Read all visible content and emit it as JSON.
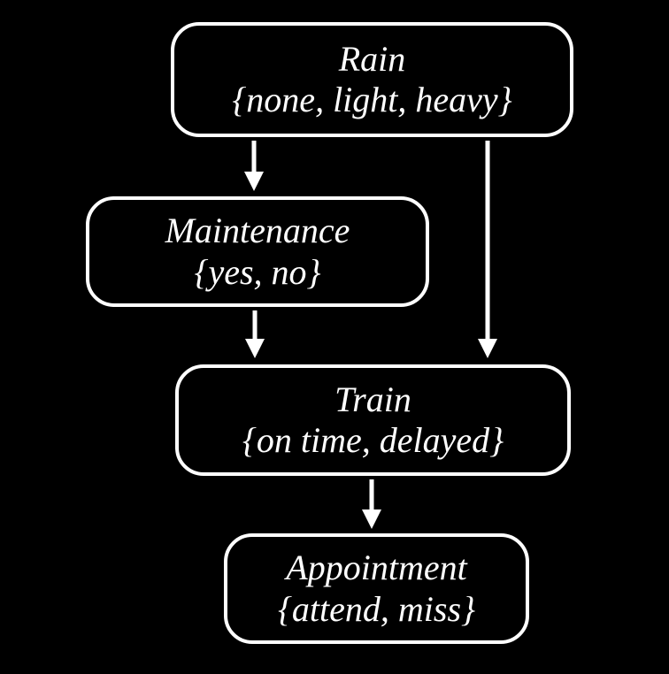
{
  "diagram": {
    "type": "bayesian-network",
    "background_color": "#000000",
    "node_border_color": "#ffffff",
    "edge_color": "#ffffff",
    "text_color": "#ffffff",
    "nodes": [
      {
        "id": "rain",
        "label": "Rain",
        "states": "{none, light, heavy}"
      },
      {
        "id": "maintenance",
        "label": "Maintenance",
        "states": "{yes, no}"
      },
      {
        "id": "train",
        "label": "Train",
        "states": "{on time, delayed}"
      },
      {
        "id": "appointment",
        "label": "Appointment",
        "states": "{attend, miss}"
      }
    ],
    "edges": [
      {
        "from": "rain",
        "to": "maintenance"
      },
      {
        "from": "rain",
        "to": "train"
      },
      {
        "from": "maintenance",
        "to": "train"
      },
      {
        "from": "train",
        "to": "appointment"
      }
    ]
  }
}
